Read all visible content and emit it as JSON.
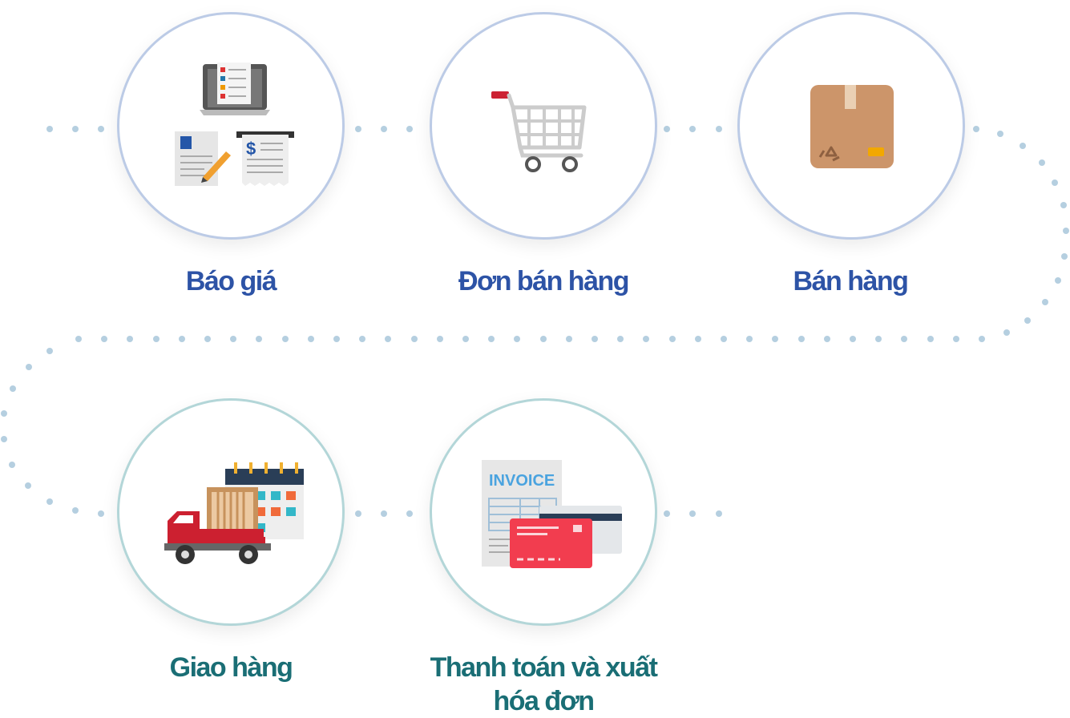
{
  "steps": [
    {
      "id": "quote",
      "label": "Báo giá",
      "icon": "quotation-documents-icon"
    },
    {
      "id": "sales-order",
      "label": "Đơn bán hàng",
      "icon": "shopping-cart-icon"
    },
    {
      "id": "sales",
      "label": "Bán hàng",
      "icon": "cardboard-box-icon"
    },
    {
      "id": "delivery",
      "label": "Giao hàng",
      "icon": "delivery-truck-icon"
    },
    {
      "id": "payment",
      "label": "Thanh toán và xuất hóa đơn",
      "icon": "invoice-card-icon"
    }
  ],
  "icon_text": {
    "invoice": "INVOICE",
    "dollar": "$"
  },
  "colors": {
    "row1": "#2d53a6",
    "row2": "#1a6e75",
    "ring1": "#bccbe6",
    "ring2": "#b3d6d8",
    "dots": "#b5cfe0"
  }
}
